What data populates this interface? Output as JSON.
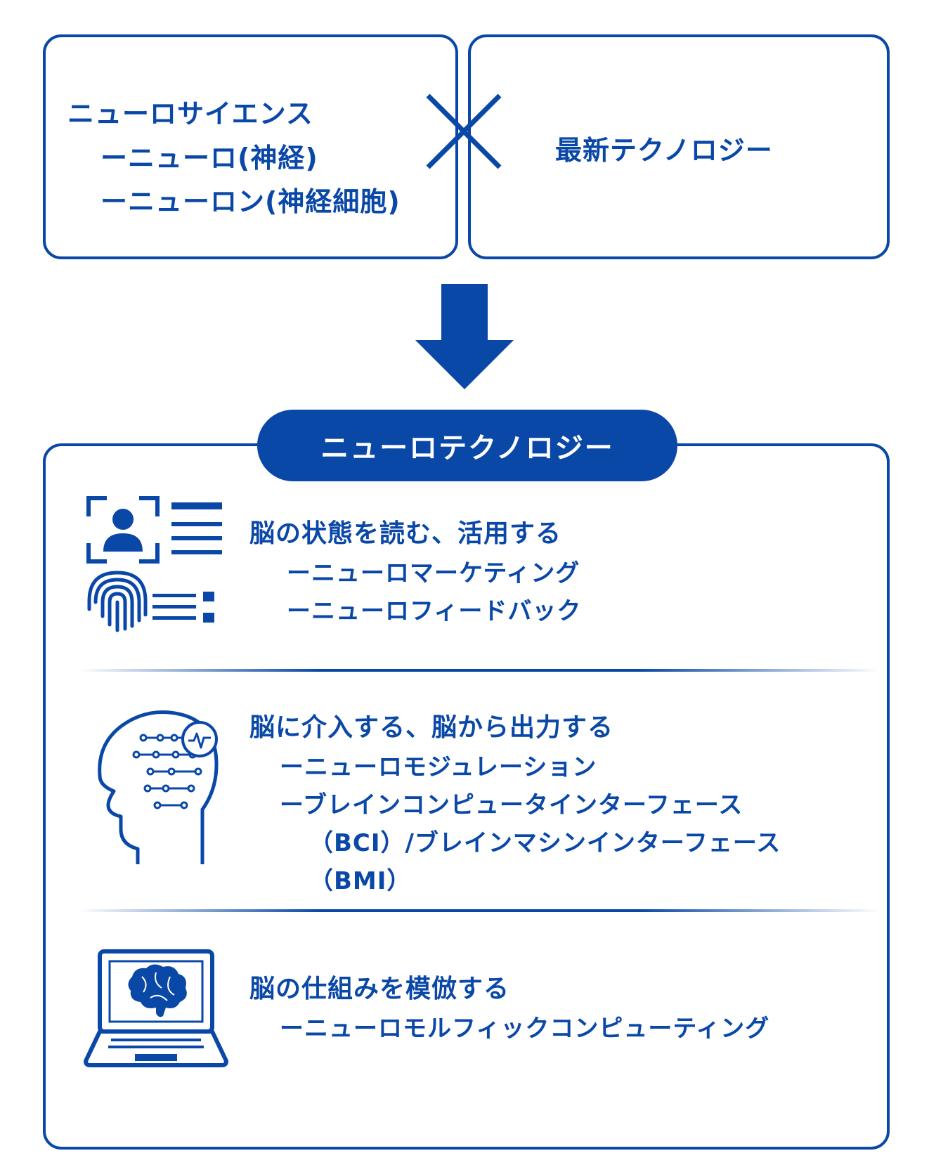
{
  "top_left": {
    "title": "ニューロサイエンス",
    "items": [
      "ーニューロ(神経)",
      "ーニューロン(神経細胞)"
    ]
  },
  "top_right": {
    "title": "最新テクノロジー"
  },
  "result_label": "ニューロテクノロジー",
  "sections": [
    {
      "heading": "脳の状態を読む、活用する",
      "items": [
        "ーニューロマーケティング",
        "ーニューロフィードバック"
      ],
      "icon": "face-id-fingerprint-icon"
    },
    {
      "heading": "脳に介入する、脳から出力する",
      "items": [
        "ーニューロモジュレーション",
        "ーブレインコンピュータインターフェース",
        "（BCI）/ブレインマシンインターフェース",
        "（BMI）"
      ],
      "icon": "head-circuit-icon"
    },
    {
      "heading": "脳の仕組みを模倣する",
      "items": [
        "ーニューロモルフィックコンピューティング"
      ],
      "icon": "laptop-brain-icon"
    }
  ],
  "colors": {
    "primary": "#0a48a8",
    "background": "#ffffff"
  }
}
